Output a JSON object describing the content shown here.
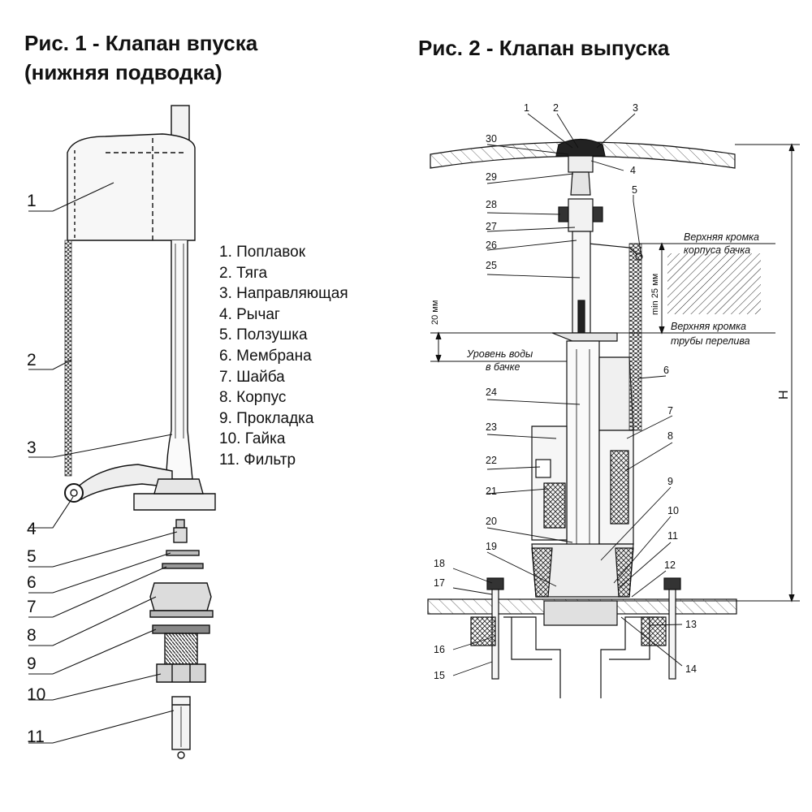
{
  "figure1": {
    "title_line1": "Рис. 1 - Клапан впуска",
    "title_line2": "(нижняя подводка)",
    "legend": [
      "1. Поплавок",
      "2. Тяга",
      "3. Направляющая",
      "4. Рычаг",
      "5. Ползушка",
      "6. Мембрана",
      "7. Шайба",
      "8. Корпус",
      "9. Прокладка",
      "10. Гайка",
      "11. Фильтр"
    ],
    "callouts": [
      "1",
      "2",
      "3",
      "4",
      "5",
      "6",
      "7",
      "8",
      "9",
      "10",
      "11"
    ]
  },
  "figure2": {
    "title": "Рис. 2 - Клапан выпуска",
    "callouts": [
      "1",
      "2",
      "3",
      "30",
      "4",
      "29",
      "5",
      "28",
      "27",
      "26",
      "25",
      "24",
      "6",
      "23",
      "7",
      "22",
      "8",
      "21",
      "9",
      "10",
      "20",
      "11",
      "19",
      "18",
      "12",
      "17",
      "13",
      "16",
      "14",
      "15"
    ],
    "annotations": {
      "top_edge_line1": "Верхняя кромка",
      "top_edge_line2": "корпуса бачка",
      "overflow_line1": "Верхняя кромка",
      "overflow_line2": "трубы перелива",
      "water_line1": "Уровень воды",
      "water_line2": "в бачке",
      "dim_20": "20 мм",
      "dim_min25": "min 25 мм",
      "dim_H": "H"
    }
  }
}
